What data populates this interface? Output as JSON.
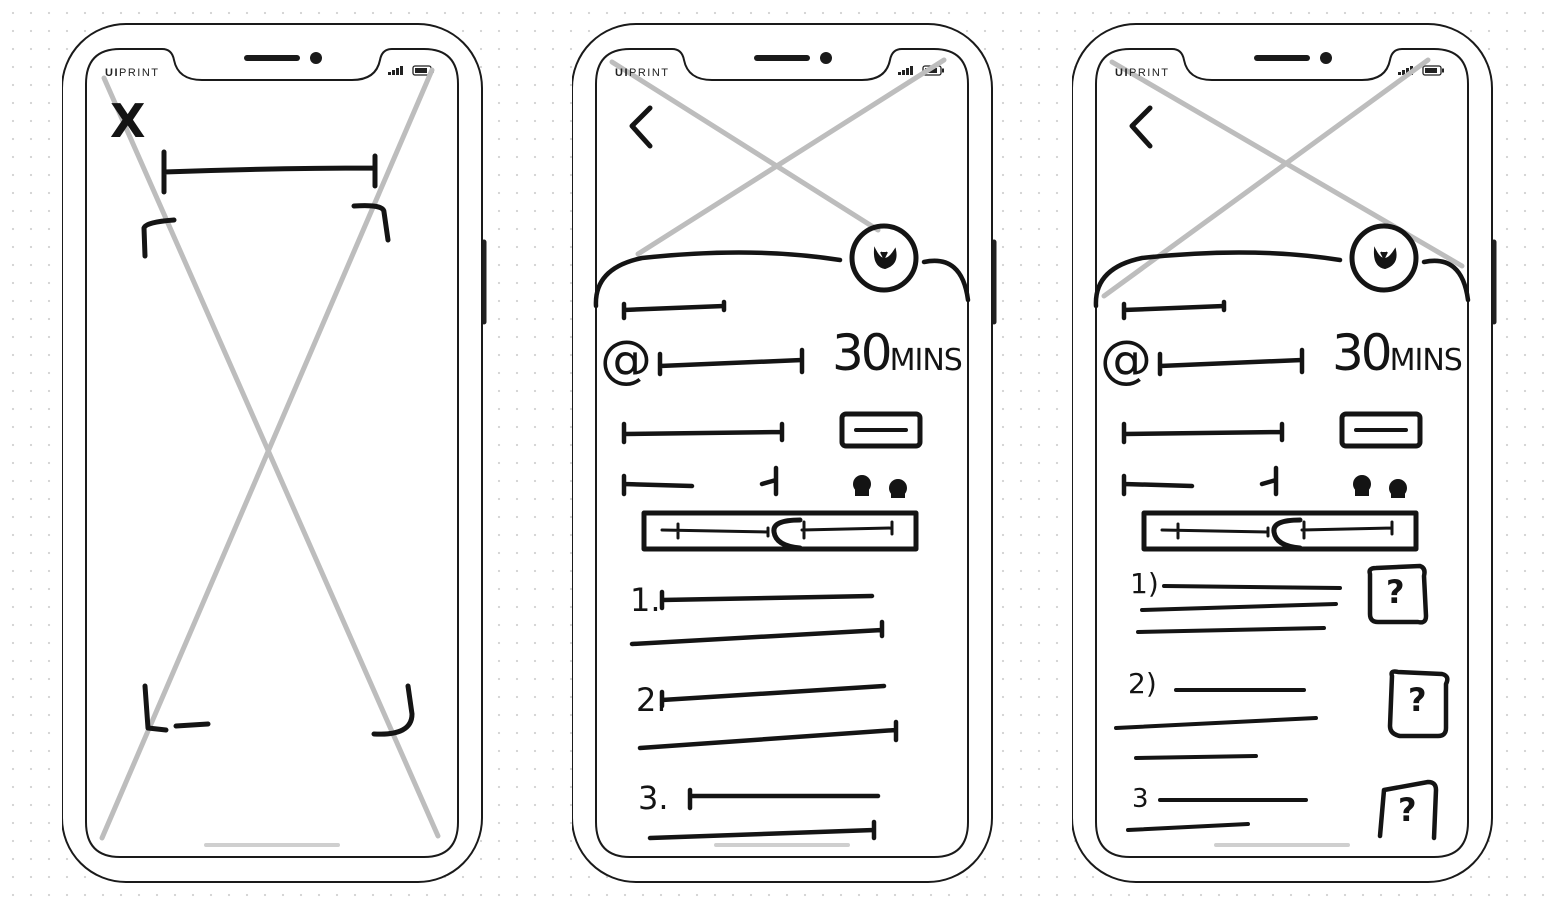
{
  "brand": {
    "bold": "UI",
    "light": "PRINT"
  },
  "screens": [
    {
      "close_glyph": "X"
    },
    {
      "back_glyph": "<",
      "at_glyph": "@",
      "duration": {
        "number": "30",
        "unit": "MINS"
      },
      "steps": [
        "1.",
        "2.",
        "3."
      ]
    },
    {
      "back_glyph": "<",
      "at_glyph": "@",
      "duration": {
        "number": "30",
        "unit": "MINS"
      },
      "items": [
        "1)",
        "2)",
        "3"
      ],
      "help_glyph": "?"
    }
  ]
}
